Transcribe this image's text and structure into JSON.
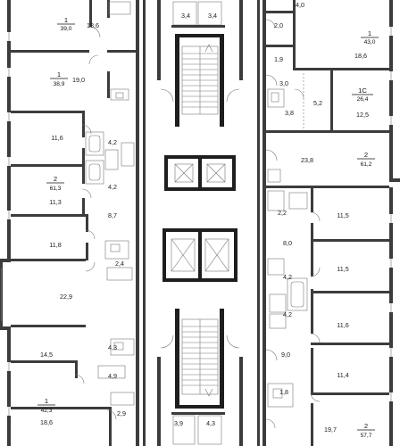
{
  "rooms": {
    "r_18_6_top": "18,6",
    "r_3_4_a": "3,4",
    "r_3_4_b": "3,4",
    "r_4_0": "4,0",
    "r_2_0": "2,0",
    "r_19_0": "19,0",
    "r_1_9": "1,9",
    "r_18_6_right": "18,6",
    "r_3_0": "3,0",
    "r_5_2": "5,2",
    "r_3_8": "3,8",
    "r_12_5": "12,5",
    "r_11_6_left": "11,6",
    "r_4_2_l1": "4,2",
    "r_4_2_l2": "4,2",
    "r_23_8": "23,8",
    "r_11_3": "11,3",
    "r_2_2": "2,2",
    "r_8_7": "8,7",
    "r_11_5_a": "11,5",
    "r_11_8": "11,8",
    "r_8_0": "8,0",
    "r_2_4": "2,4",
    "r_11_5_b": "11,5",
    "r_4_2_r1": "4,2",
    "r_22_9": "22,9",
    "r_4_2_r2": "4,2",
    "r_11_6_right": "11,6",
    "r_4_3_l": "4,3",
    "r_14_5": "14,5",
    "r_9_0": "9,0",
    "r_4_9": "4,9",
    "r_11_4": "11,4",
    "r_1_8": "1,8",
    "r_18_6_bottom": "18,6",
    "r_2_9": "2,9",
    "r_3_9": "3,9",
    "r_4_3_b": "4,3",
    "r_19_7": "19,7"
  },
  "apartments": {
    "a1_top": {
      "num": "1",
      "area": "39,0"
    },
    "a1_right_top": {
      "num": "1",
      "area": "43,0"
    },
    "a1_left_mid": {
      "num": "1",
      "area": "38,9"
    },
    "a1c": {
      "num": "1С",
      "area": "26,4"
    },
    "a2_left": {
      "num": "2",
      "area": "61,3"
    },
    "a2_right": {
      "num": "2",
      "area": "61,2"
    },
    "a1_bottom": {
      "num": "1",
      "area": "42,3"
    },
    "a2_bottom": {
      "num": "2",
      "area": "57,7"
    }
  }
}
